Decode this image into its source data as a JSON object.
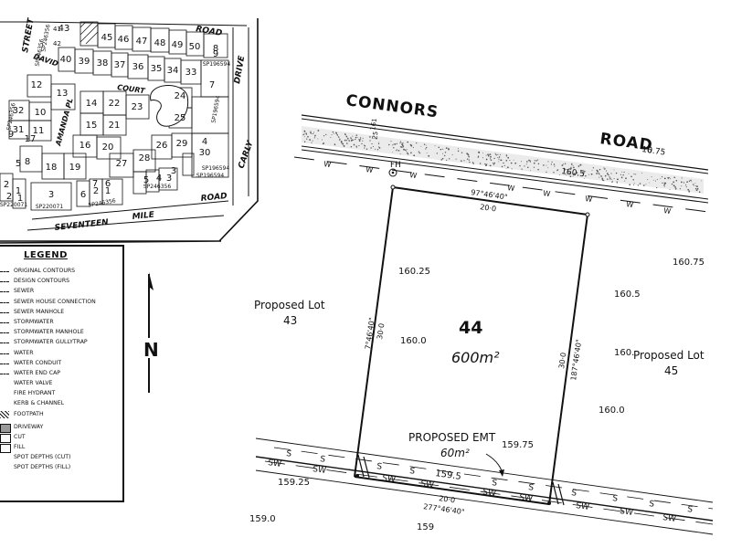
{
  "key_map": {
    "street_labels": [
      "STREET",
      "DAVID",
      "ROAD",
      "DRIVE",
      "COURT",
      "AMANDA PL",
      "CARLY",
      "SEVENTEEN",
      "MILE",
      "ROAD"
    ],
    "lot_numbers": [
      "43",
      "45",
      "46",
      "47",
      "48",
      "49",
      "50",
      "8",
      "9",
      "40",
      "39",
      "38",
      "37",
      "36",
      "35",
      "34",
      "33",
      "7",
      "12",
      "13",
      "14",
      "22",
      "23",
      "24",
      "32",
      "10",
      "15",
      "21",
      "25",
      "31",
      "11",
      "16",
      "20",
      "26",
      "4",
      "9",
      "17",
      "29",
      "30",
      "5",
      "8",
      "18",
      "19",
      "27",
      "28",
      "3",
      "2",
      "1",
      "6",
      "7",
      "6",
      "5",
      "4",
      "3",
      "2",
      "1",
      "2",
      "1",
      "3"
    ],
    "plan_refs": [
      "SP246356",
      "SP196594",
      "SP196594",
      "SP196594",
      "SP246356",
      "SP220071",
      "SP246356",
      "SP246356",
      "SP196594",
      "SP220071",
      "SP246356"
    ],
    "small_lot_numbers": [
      "41",
      "42"
    ]
  },
  "legend": {
    "title": "LEGEND",
    "items": [
      {
        "label": "ORIGINAL CONTOURS",
        "symbol": "dash-line"
      },
      {
        "label": "DESIGN CONTOURS",
        "symbol": "dash-line"
      },
      {
        "label": "SEWER",
        "symbol": "dash-line"
      },
      {
        "label": "SEWER HOUSE CONNECTION",
        "symbol": "dash-line"
      },
      {
        "label": "SEWER MANHOLE",
        "symbol": "dash-line"
      },
      {
        "label": "STORMWATER",
        "symbol": "dash-line"
      },
      {
        "label": "STORMWATER MANHOLE",
        "symbol": "dash-line"
      },
      {
        "label": "STORMWATER GULLYTRAP",
        "symbol": "dash-line"
      },
      {
        "label": "WATER",
        "symbol": "dash-line"
      },
      {
        "label": "WATER CONDUIT",
        "symbol": "dash-line"
      },
      {
        "label": "WATER END CAP",
        "symbol": "dash-line"
      },
      {
        "label": "WATER VALVE",
        "symbol": "none"
      },
      {
        "label": "FIRE HYDRANT",
        "symbol": "none"
      },
      {
        "label": "KERB & CHANNEL",
        "symbol": "none"
      },
      {
        "label": "FOOTPATH",
        "symbol": "footpath-hatch"
      },
      {
        "label": "DRIVEWAY",
        "symbol": "driveway-box"
      },
      {
        "label": "CUT",
        "symbol": "cut-box"
      },
      {
        "label": "FILL",
        "symbol": "fill-box"
      },
      {
        "label": "SPOT DEPTHS (CUT)",
        "symbol": "none"
      },
      {
        "label": "SPOT DEPTHS (FILL)",
        "symbol": "none"
      }
    ]
  },
  "north_arrow": {
    "label": "N"
  },
  "road": {
    "name_1": "CONNORS",
    "name_2": "ROAD",
    "road_level": "0.75",
    "road_level_prefix": "16",
    "verge_level_1": "161",
    "verge_level_2": "25",
    "water_marker": "W",
    "fire_hydrant": "FH",
    "road_contour": "160.5"
  },
  "lot": {
    "number": "44",
    "area": "600m²",
    "front_bearing": "97°46'40\"",
    "front_length": "20·0",
    "rear_bearing": "277°46'40\"",
    "rear_length": "20·0",
    "left_bearing": "7°46'40\"",
    "left_length": "30·0",
    "right_bearing": "187°46'40\"",
    "right_length": "30·0"
  },
  "neighbours": {
    "left_line_1": "Proposed Lot",
    "left_line_2": "43",
    "right_line_1": "Proposed Lot",
    "right_line_2": "45"
  },
  "easement": {
    "label": "PROPOSED EMT",
    "area": "60m²"
  },
  "contours": [
    "160.75",
    "160.25",
    "160.5",
    "160.0",
    "160.",
    "160.0",
    "159.75",
    "159.5",
    "159.25",
    "159.0",
    "159"
  ],
  "sewer_marker": "S",
  "stormwater_marker": "SW",
  "colors": {
    "ink": "#111111",
    "paper": "#ffffff",
    "hatch": "#555555"
  }
}
